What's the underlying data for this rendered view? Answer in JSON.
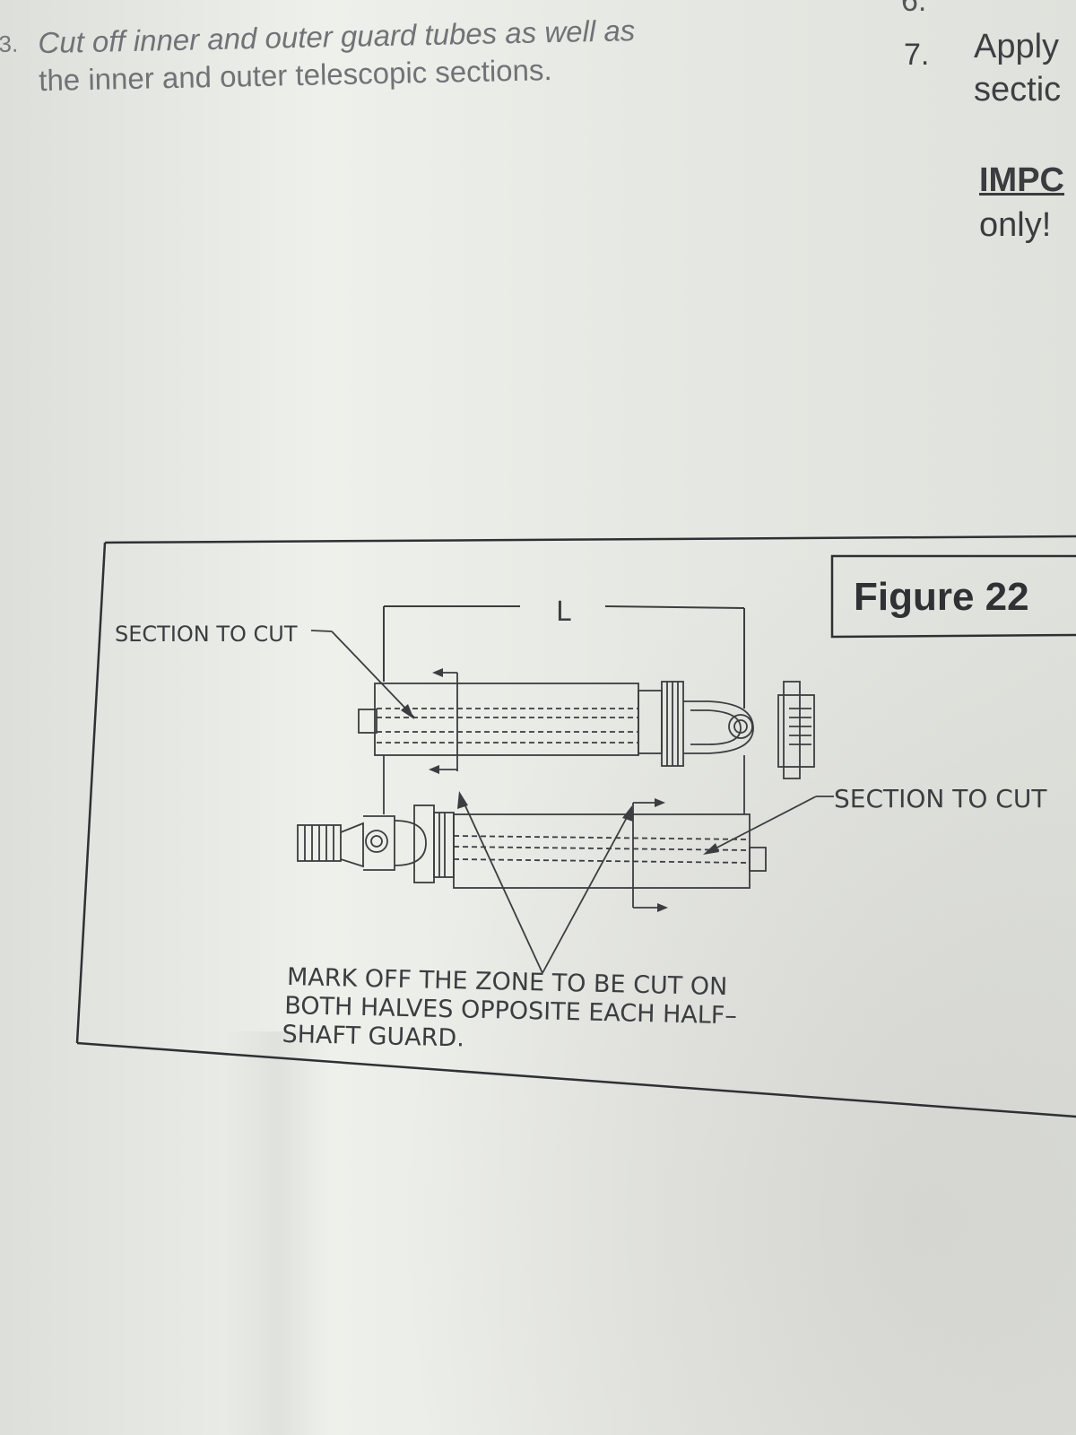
{
  "step_left": {
    "number": "3.",
    "line1": "Cut off inner and outer guard tubes as well as",
    "line2": "the inner and outer telescopic sections."
  },
  "step_right": {
    "number": "7.",
    "line1": "Apply",
    "line2": "sectic"
  },
  "important": {
    "label": "IMPC",
    "text": "only!"
  },
  "figure": {
    "title": "Figure 22",
    "dimension_label": "L",
    "label_section_cut_left": "SECTION TO CUT",
    "label_section_cut_right": "SECTION TO CUT",
    "caption_line1": "MARK OFF THE ZONE TO BE CUT ON",
    "caption_line2": "BOTH HALVES OPPOSITE EACH HALF–",
    "caption_line3": "SHAFT GUARD."
  },
  "colors": {
    "paper": "#e9ebe6",
    "ink": "#3b3d40",
    "faded_text": "#6f7376"
  }
}
